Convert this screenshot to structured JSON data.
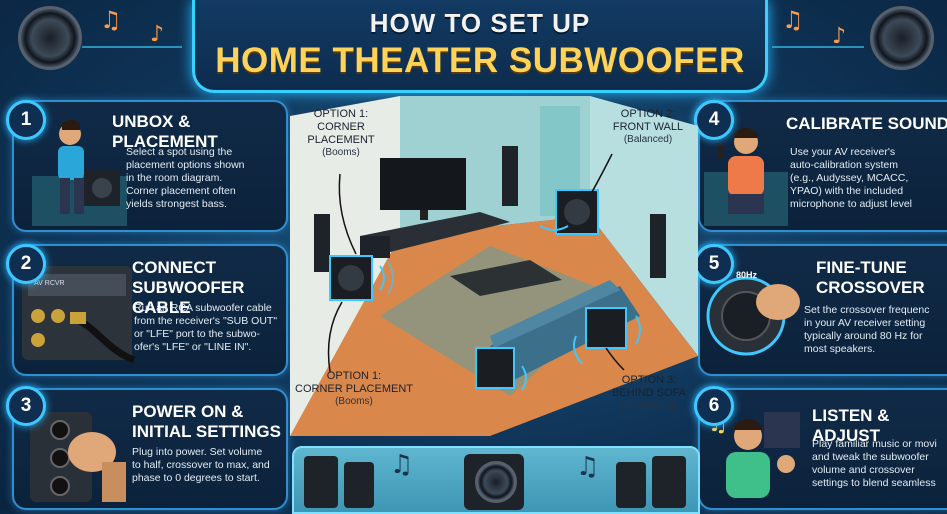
{
  "title": {
    "line1": "HOW TO SET UP",
    "line2": "HOME THEATER SUBWOOFER"
  },
  "steps": [
    {
      "number": "1",
      "title": "UNBOX & PLACEMENT",
      "text": "Select a spot using the\nplacement options shown\nin the room diagram.\nCorner placement often\nyields strongest bass."
    },
    {
      "number": "2",
      "title": "CONNECT\nSUBWOOFER CABLE",
      "text": "Run an RCA subwoofer cable\nfrom the receiver's \"SUB OUT\"\nor \"LFE\" port to the subwo-\nofer's \"LFE\" or \"LINE IN\"."
    },
    {
      "number": "3",
      "title": "POWER ON &\nINITIAL SETTINGS",
      "text": "Plug into power. Set volume\nto half, crossover to max, and\nphase to 0 degrees to start."
    },
    {
      "number": "4",
      "title": "CALIBRATE SOUND",
      "text": "Use your AV receiver's\nauto-calibration system\n(e.g., Audyssey, MCACC,\nYPAO) with the included\nmicrophone to adjust level"
    },
    {
      "number": "5",
      "title": "FINE-TUNE\nCROSSOVER",
      "text": "Set the crossover frequenc\nin your AV receiver setting\ntypically around 80 Hz for\nmost speakers."
    },
    {
      "number": "6",
      "title": "LISTEN & ADJUST",
      "text": "Play familiar music or movi\nand tweak the subwoofer\nvolume and crossover\nsettings to blend seamless"
    }
  ],
  "options": {
    "option1_top": {
      "label": "OPTION 1:\nCORNER\nPLACEMENT",
      "sub": "(Booms)"
    },
    "option2": {
      "label": "OPTION 2:\nFRONT WALL",
      "sub": "(Balanced)"
    },
    "option1_bottom": {
      "label": "OPTION 1:\nCORNER PLACEMENT",
      "sub": "(Booms)"
    },
    "option3": {
      "label": "OPTION 3:\nBEHIND SOFA",
      "sub": "(Enveloping)"
    }
  },
  "illustration_labels": {
    "receiver_port": "AV RCVR",
    "dial_frequency": "80Hz"
  },
  "colors": {
    "background": "#0f3457",
    "accent": "#3fc8ff",
    "title_gold": "#ffd35a",
    "card_border": "#2e8fd1"
  }
}
